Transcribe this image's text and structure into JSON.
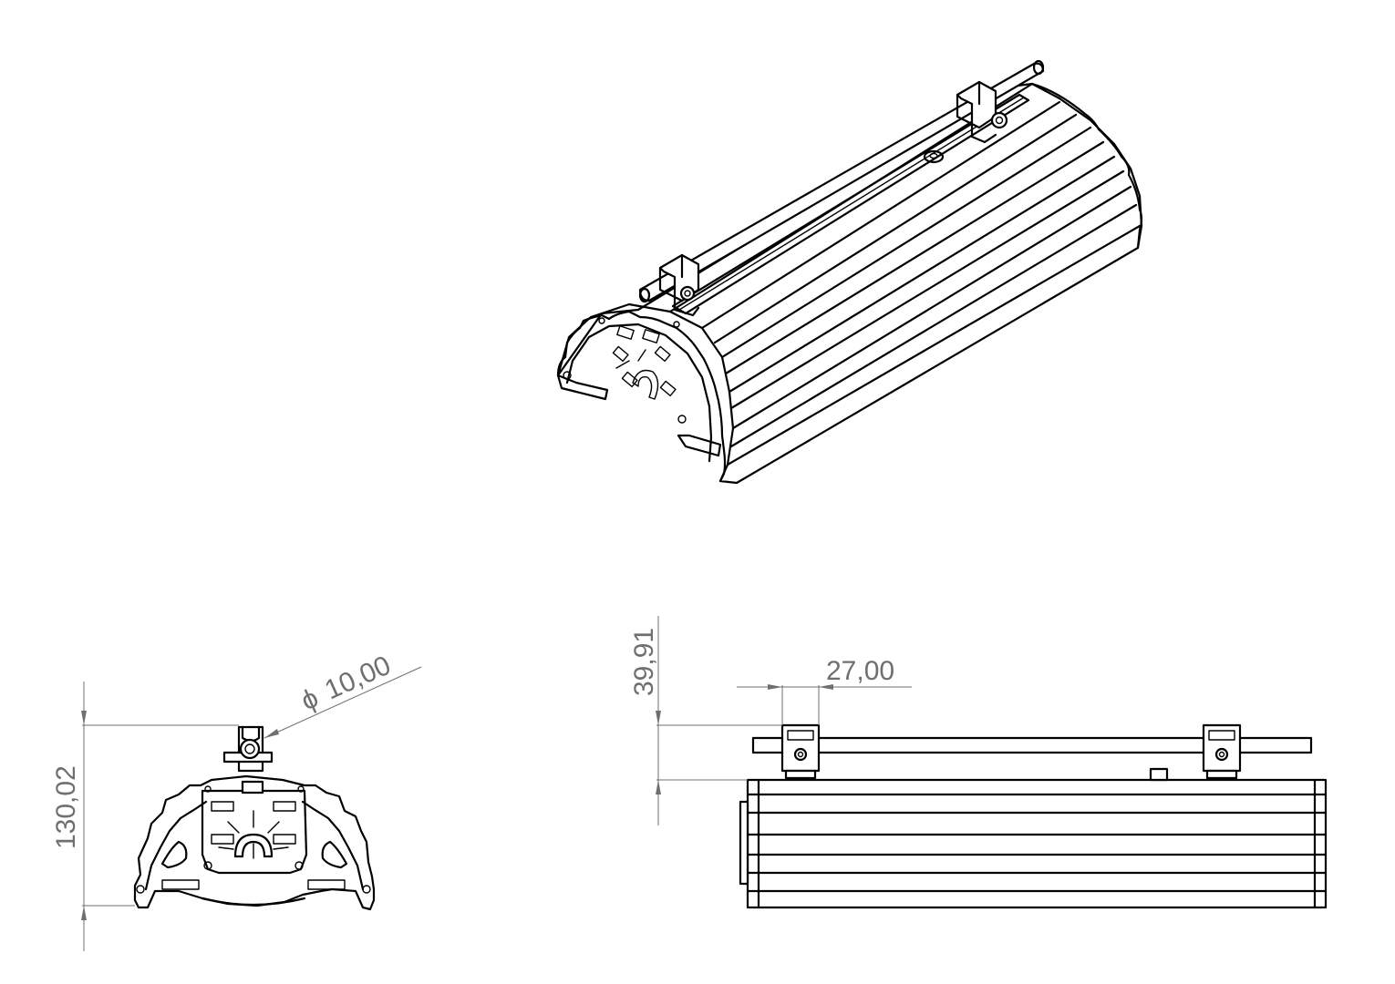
{
  "drawing": {
    "views": [
      "isometric-view",
      "front-view",
      "side-view"
    ],
    "dimensions": {
      "rod_diameter_symbol": "ϕ",
      "rod_diameter": "10,00",
      "overall_height": "130,02",
      "clamp_height": "39,91",
      "clamp_width": "27,00"
    }
  }
}
